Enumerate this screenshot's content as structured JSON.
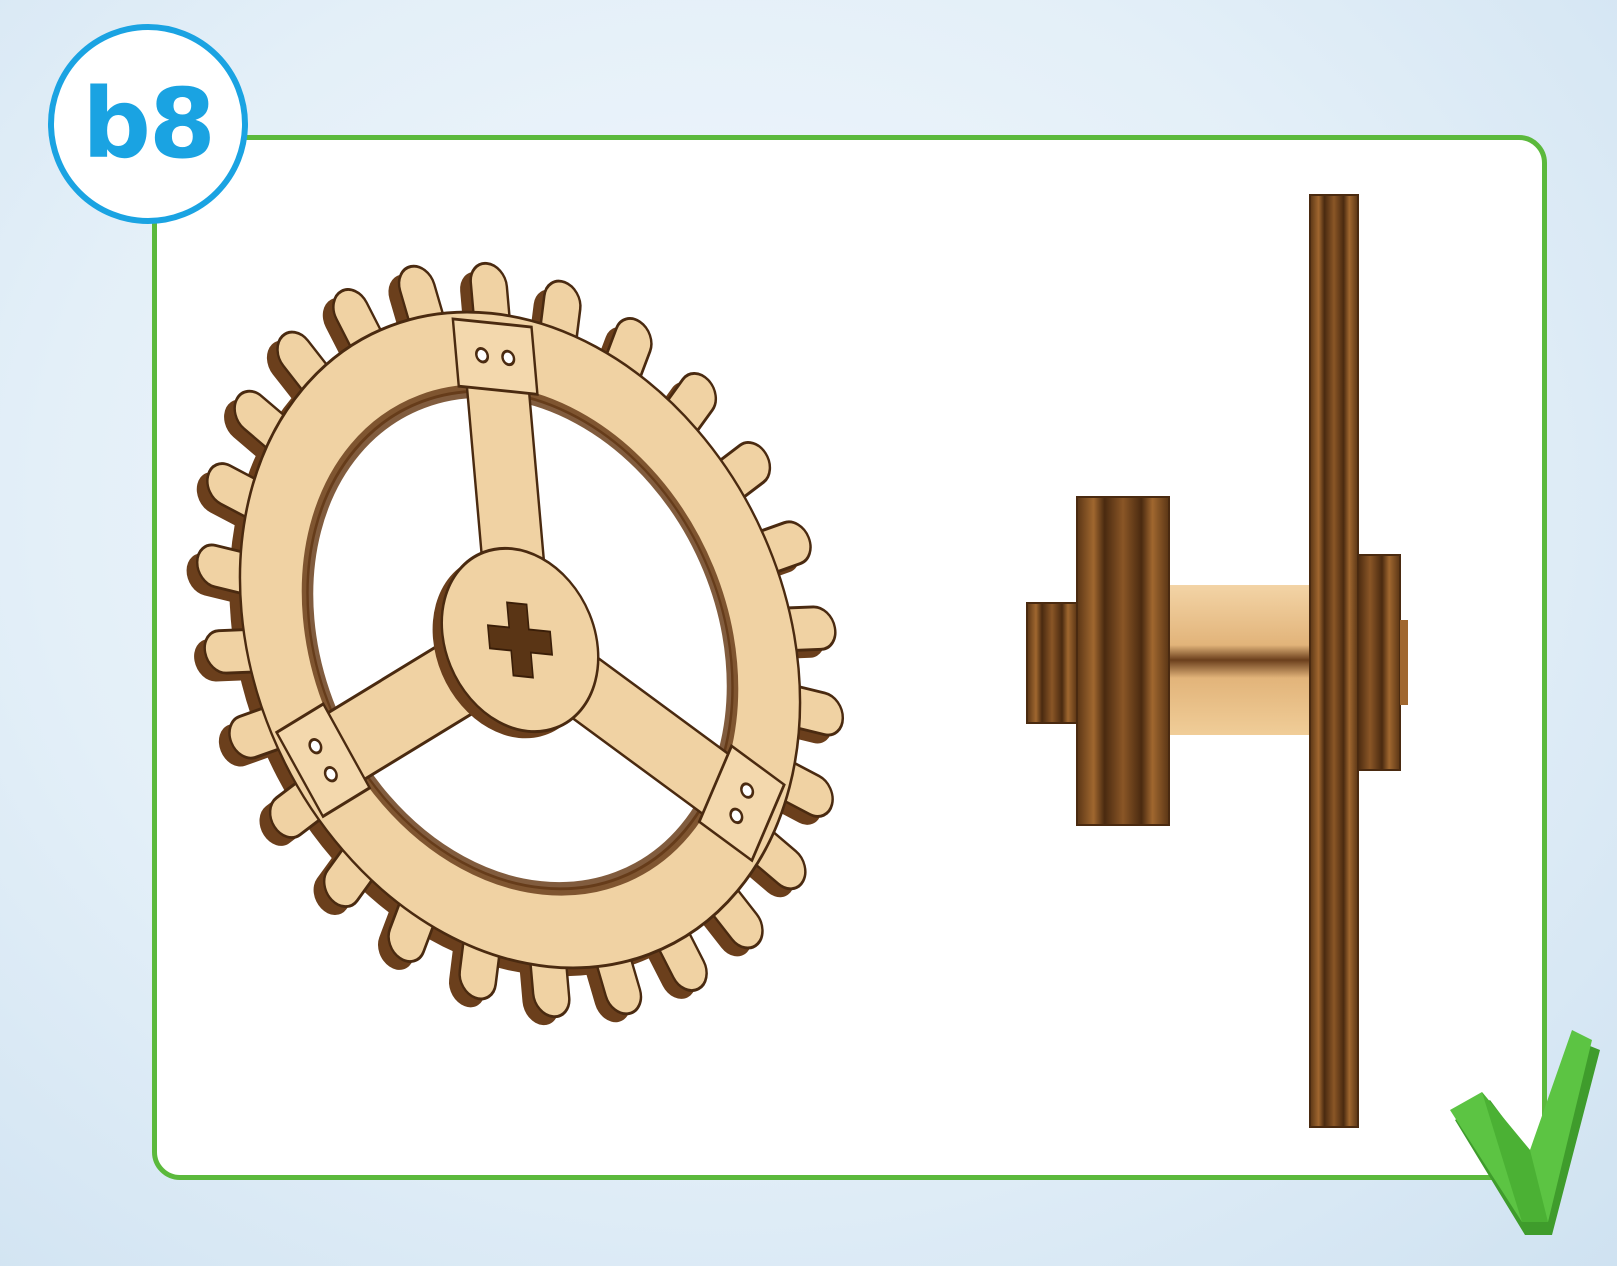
{
  "step": {
    "label": "b8",
    "color": "#1aa3e2"
  },
  "panel": {
    "border_color": "#5bb93c"
  },
  "icons": {
    "check": "check-mark-icon",
    "gear": "gear-isometric-illustration",
    "side_view": "gear-assembly-side-view-illustration"
  },
  "colors": {
    "wood_face": "#f0d2a3",
    "wood_edge": "#6b3f1c",
    "wood_dark": "#4a2a10",
    "check_green": "#4fb739"
  }
}
